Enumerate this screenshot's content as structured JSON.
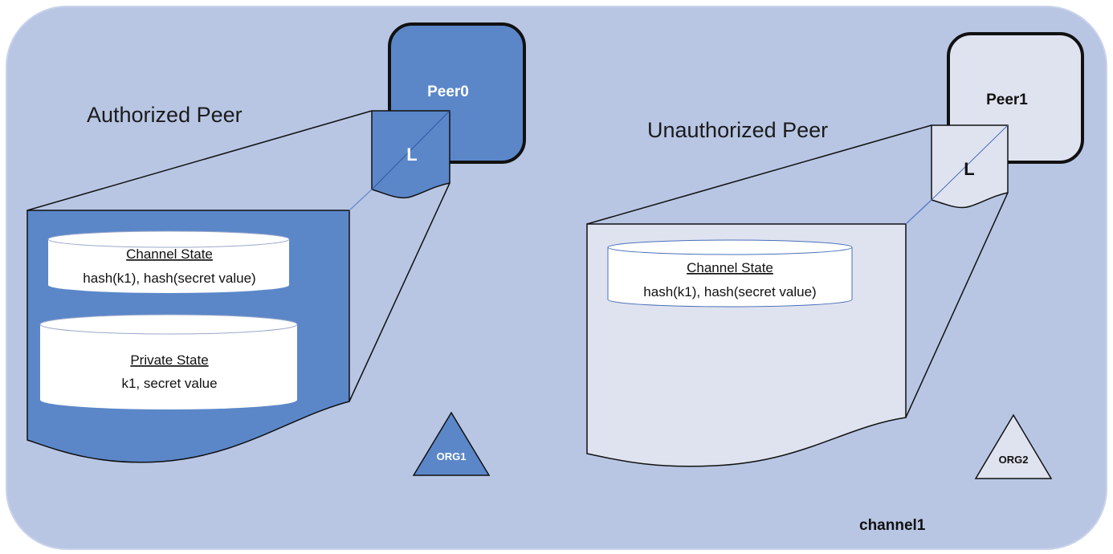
{
  "channel": {
    "label": "channel1"
  },
  "left_peer": {
    "heading": "Authorized Peer",
    "peer_label": "Peer0",
    "ledger_label": "L",
    "org_label": "ORG1",
    "channel_state": {
      "title": "Channel State",
      "body": "hash(k1), hash(secret value)"
    },
    "private_state": {
      "title": "Private State",
      "body": "k1, secret value"
    }
  },
  "right_peer": {
    "heading": "Unauthorized Peer",
    "peer_label": "Peer1",
    "ledger_label": "L",
    "org_label": "ORG2",
    "channel_state": {
      "title": "Channel State",
      "body": "hash(k1), hash(secret value)"
    }
  },
  "colors": {
    "background": "#b8c6e4",
    "org1_blue": "#5b87c9",
    "org2_light": "#dfe3f0",
    "outline": "#222222"
  }
}
